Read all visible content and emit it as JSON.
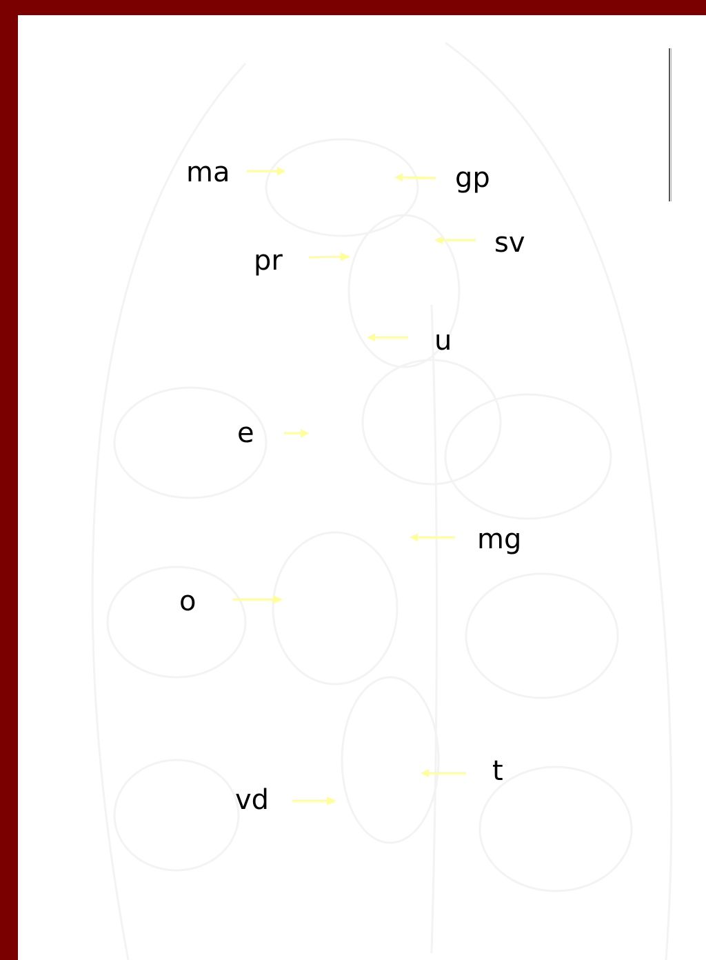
{
  "colors": {
    "frame": "#7a0000",
    "background": "#ffffff",
    "arrow": "#ffff99",
    "text": "#000000",
    "ghost_outline": "#f2f2f2"
  },
  "labels": {
    "ma": "ma",
    "gp": "gp",
    "sv": "sv",
    "pr": "pr",
    "u": "u",
    "e": "e",
    "mg": "mg",
    "o": "o",
    "t": "t",
    "vd": "vd"
  }
}
